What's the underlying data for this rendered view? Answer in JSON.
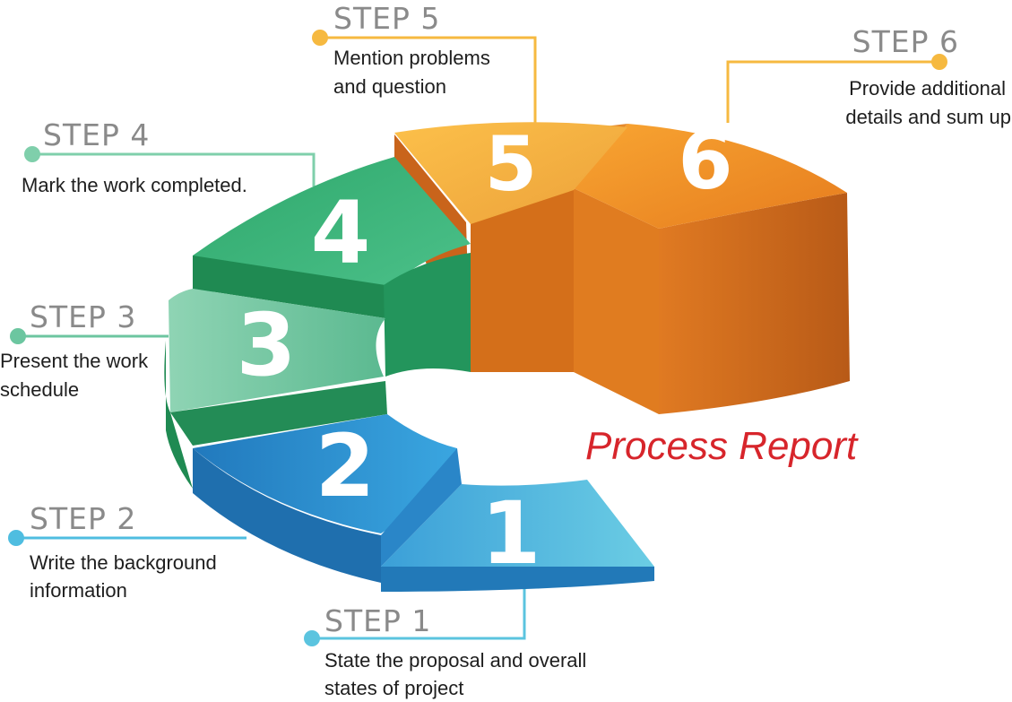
{
  "title": "Process Report",
  "colors": {
    "title": "#d7252b",
    "step1": "#4fbde0",
    "step2": "#2b8fd0",
    "step3": "#72c8a4",
    "step4": "#2fa86c",
    "step5": "#f5b332",
    "step6": "#e7801f"
  },
  "steps": [
    {
      "number": "1",
      "title": "STEP 1",
      "lines": [
        "State the proposal and overall",
        "states of project"
      ]
    },
    {
      "number": "2",
      "title": "STEP 2",
      "lines": [
        "Write the background",
        "information"
      ]
    },
    {
      "number": "3",
      "title": "STEP 3",
      "lines": [
        "Present the work",
        "schedule"
      ]
    },
    {
      "number": "4",
      "title": "STEP 4",
      "lines": [
        "Mark the work completed."
      ]
    },
    {
      "number": "5",
      "title": "STEP 5",
      "lines": [
        "Mention problems",
        "and question"
      ]
    },
    {
      "number": "6",
      "title": "STEP 6",
      "lines": [
        "Provide additional",
        "details and sum up"
      ]
    }
  ]
}
